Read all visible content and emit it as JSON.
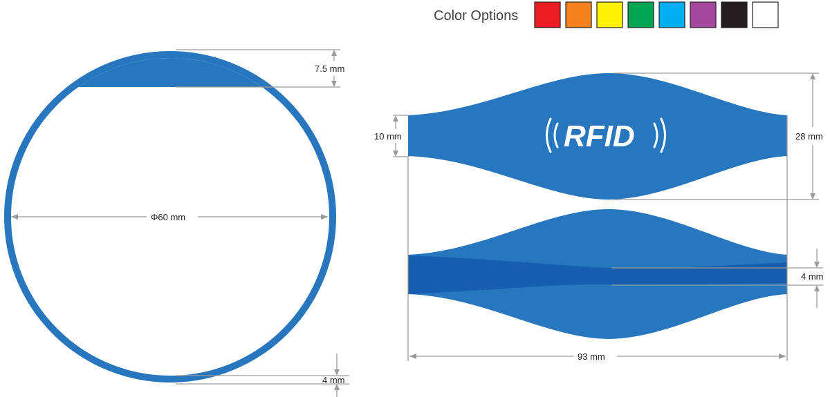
{
  "legend": {
    "title": "Color Options",
    "swatches": [
      {
        "name": "red",
        "color": "#ee1c25"
      },
      {
        "name": "orange",
        "color": "#f5821f"
      },
      {
        "name": "yellow",
        "color": "#fff200"
      },
      {
        "name": "green",
        "color": "#00a651"
      },
      {
        "name": "cyan",
        "color": "#00aeef"
      },
      {
        "name": "purple",
        "color": "#a3489c"
      },
      {
        "name": "black",
        "color": "#231f20"
      },
      {
        "name": "white",
        "color": "#ffffff"
      }
    ]
  },
  "colors": {
    "band": "#2877be",
    "band_dark": "#155fae",
    "dimension": "#9a9a9a"
  },
  "ring": {
    "diameter_label": "Φ60 mm",
    "top_height_label": "7.5 mm",
    "thickness_label": "4 mm"
  },
  "strap": {
    "logo_text": "RFID",
    "end_width_label": "10 mm",
    "max_width_label": "28 mm",
    "edge_thickness_label": "4 mm",
    "length_label": "93 mm"
  }
}
